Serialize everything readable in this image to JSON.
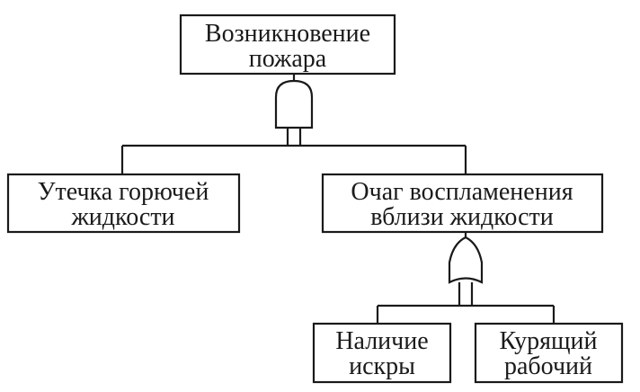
{
  "diagram": {
    "nodes": {
      "top_event": {
        "line1": "Возникновение",
        "line2": "пожара"
      },
      "leak": {
        "line1": "Утечка горючей",
        "line2": "жидкости"
      },
      "ignition_source": {
        "line1": "Очаг воспламенения",
        "line2": "вблизи жидкости"
      },
      "spark": {
        "line1": "Наличие",
        "line2": "искры"
      },
      "smoking_worker": {
        "line1": "Курящий",
        "line2": "рабочий"
      }
    },
    "gates": {
      "gate_fire": "and-gate-icon",
      "gate_ignition": "or-gate-icon"
    },
    "colors": {
      "stroke": "#1a1a1a",
      "background": "#ffffff"
    }
  }
}
